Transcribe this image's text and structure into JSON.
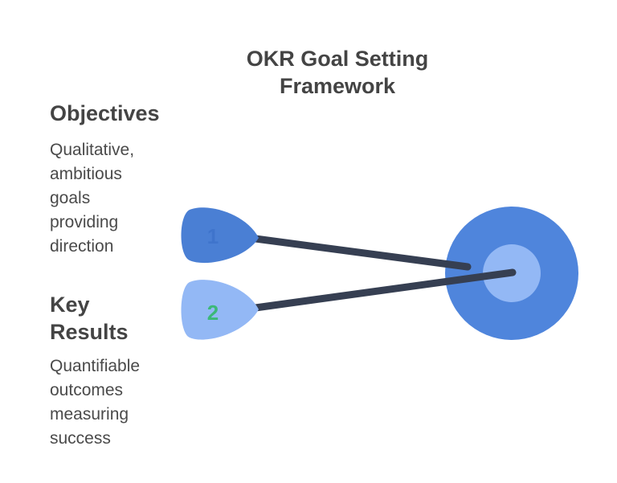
{
  "title": {
    "line1": "OKR Goal Setting",
    "line2": "Framework"
  },
  "objectives": {
    "heading": "Objectives",
    "description": [
      "Qualitative,",
      "ambitious",
      "goals",
      "providing",
      "direction"
    ]
  },
  "key_results": {
    "heading_lines": [
      "Key",
      "Results"
    ],
    "description": [
      "Quantifiable",
      "outcomes",
      "measuring",
      "success"
    ]
  },
  "markers": [
    {
      "label": "1",
      "fill": "#4a7fd4",
      "label_color": "#3f74cc"
    },
    {
      "label": "2",
      "fill": "#93b8f5",
      "label_color": "#3cb878"
    }
  ],
  "colors": {
    "target_outer": "#4f85dc",
    "target_inner": "#93b8f5",
    "line": "#363f52"
  }
}
